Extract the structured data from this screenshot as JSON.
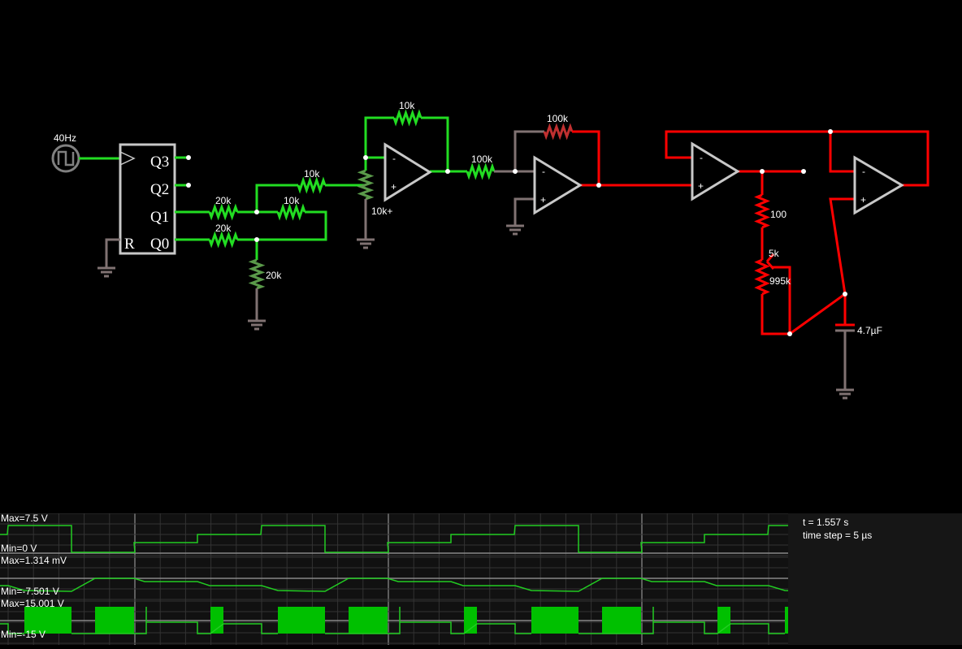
{
  "circuit": {
    "source_label": "40Hz",
    "counter": {
      "pins": [
        "Q3",
        "Q2",
        "Q1",
        "Q0"
      ],
      "reset": "R"
    },
    "resistors": {
      "r_q1": "20k",
      "r_q0": "20k",
      "r_q1_b": "10k",
      "r_sum": "10k",
      "r_gnd": "20k",
      "r_fb1": "10k",
      "r_in2": "100k",
      "r_fb2": "100k",
      "r_100": "100"
    },
    "pot1_label": "10k+",
    "pot2_top_label": "5k",
    "pot2_bottom_label": "995k",
    "capacitor_label": "4.7µF",
    "colors": {
      "positive": "#22dd22",
      "negative": "#ff0000",
      "ground": "#807272"
    }
  },
  "scope": {
    "traces": [
      {
        "max": "Max=7.5 V",
        "min": "Min=0 V"
      },
      {
        "max": "Max=1.314 mV",
        "min": "Min=-7.501 V"
      },
      {
        "max": "Max=15.001 V",
        "min": "Min=-15 V"
      }
    ]
  },
  "info": {
    "time": "t = 1.557 s",
    "time_step": "time step = 5 µs"
  }
}
